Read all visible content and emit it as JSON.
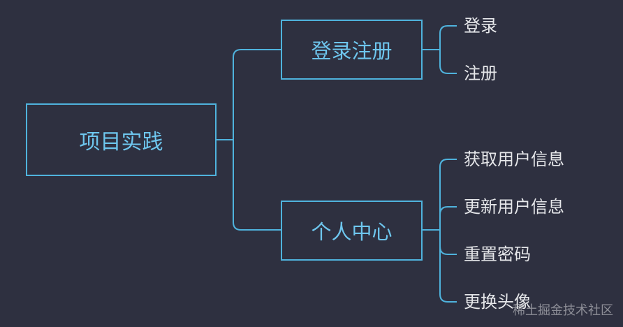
{
  "root": {
    "label": "项目实践"
  },
  "branches": [
    {
      "label": "登录注册",
      "leaves": [
        "登录",
        "注册"
      ]
    },
    {
      "label": "个人中心",
      "leaves": [
        "获取用户信息",
        "更新用户信息",
        "重置密码",
        "更换头像"
      ]
    }
  ],
  "watermark": "稀土掘金技术社区",
  "colors": {
    "background": "#2e3040",
    "line": "#4fb3dd",
    "node_text": "#6ec6ee",
    "leaf_text": "#e6e7ea"
  }
}
